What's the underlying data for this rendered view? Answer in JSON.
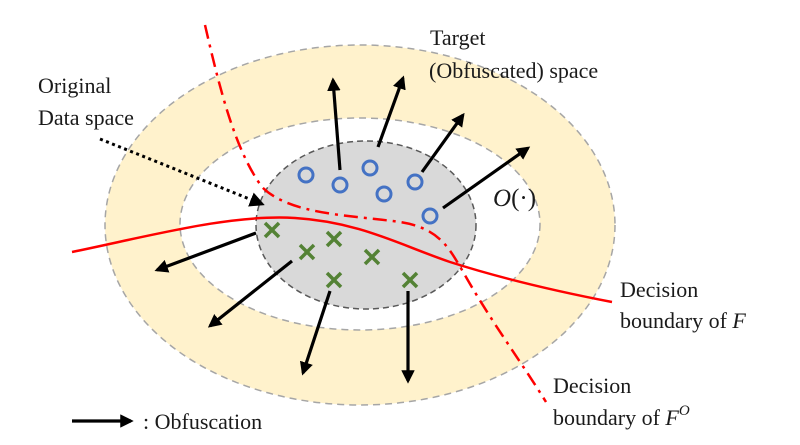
{
  "labels": {
    "original_line1": "Original",
    "original_line2": "Data space",
    "target_line1": "Target",
    "target_line2": "(Obfuscated) space",
    "obfuscation_fn_symbol": "O",
    "obfuscation_fn_args": "(·)",
    "boundary_f_line1": "Decision",
    "boundary_f_line2_prefix": "boundary of ",
    "boundary_f_symbol": "F",
    "boundary_fo_line1": "Decision",
    "boundary_fo_line2_prefix": "boundary of ",
    "boundary_fo_symbol": "F",
    "boundary_fo_superscript": "O",
    "legend_text": ": Obfuscation"
  },
  "colors": {
    "target_space_fill": "#FFF2CC",
    "original_space_fill": "#D9D9D9",
    "boundary_red": "#FF0000",
    "class_circle_blue": "#4472C4",
    "class_cross_green": "#548235",
    "arrow_black": "#000000",
    "ellipse_outline_gray": "#A6A6A6",
    "ellipse_outline_dark": "#595959"
  },
  "classes": {
    "circle_count": 6,
    "cross_count": 6
  },
  "arrows": {
    "obfuscation_arrow_count": 8
  }
}
